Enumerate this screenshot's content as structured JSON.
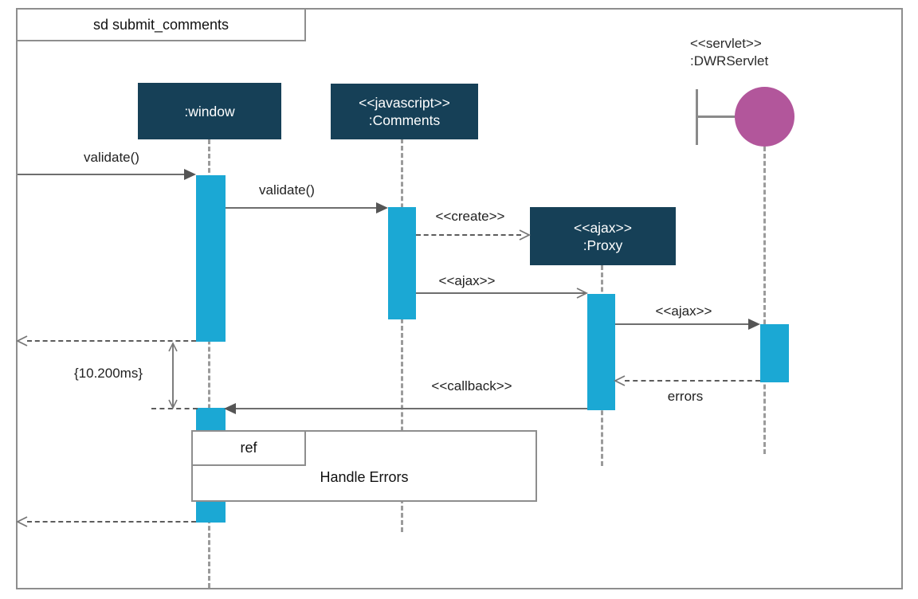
{
  "diagram": {
    "frame_title": "sd submit_comments",
    "lifelines": [
      {
        "id": "window",
        "stereotype": "",
        "name": ":window"
      },
      {
        "id": "comments",
        "stereotype": "<<javascript>>",
        "name": ":Comments"
      },
      {
        "id": "proxy",
        "stereotype": "<<ajax>>",
        "name": ":Proxy"
      },
      {
        "id": "dwrservlet",
        "stereotype": "<<servlet>>",
        "name": ":DWRServlet"
      }
    ],
    "messages": [
      {
        "label": "validate()",
        "from": "frame-edge",
        "to": "window",
        "kind": "sync-filled-solid"
      },
      {
        "label": "validate()",
        "from": "window",
        "to": "comments",
        "kind": "sync-filled-solid"
      },
      {
        "label": "<<create>>",
        "from": "comments",
        "to": "proxy",
        "kind": "create-dashed-open"
      },
      {
        "label": "<<ajax>>",
        "from": "comments",
        "to": "proxy",
        "kind": "async-open-solid"
      },
      {
        "label": "<<ajax>>",
        "from": "proxy",
        "to": "dwrservlet",
        "kind": "sync-filled-solid"
      },
      {
        "label": "errors",
        "from": "dwrservlet",
        "to": "proxy",
        "kind": "reply-dashed-open"
      },
      {
        "label": "<<callback>>",
        "from": "proxy",
        "to": "window",
        "kind": "sync-filled-solid"
      },
      {
        "label": "",
        "from": "window",
        "to": "frame-edge",
        "kind": "reply-dashed-open"
      },
      {
        "label": "",
        "from": "window",
        "to": "frame-edge",
        "kind": "reply-dashed-open"
      }
    ],
    "timing_constraint": "{10.200ms}",
    "ref_fragment": {
      "operator": "ref",
      "name": "Handle Errors"
    },
    "colors": {
      "head_fill": "#164057",
      "head_text": "#ffffff",
      "activation": "#1BA8D4",
      "servlet_circle": "#B2569B",
      "frame_border": "#8e8e8e",
      "lifeline": "#9b9b9b",
      "message_line": "#6e6e6e"
    }
  }
}
